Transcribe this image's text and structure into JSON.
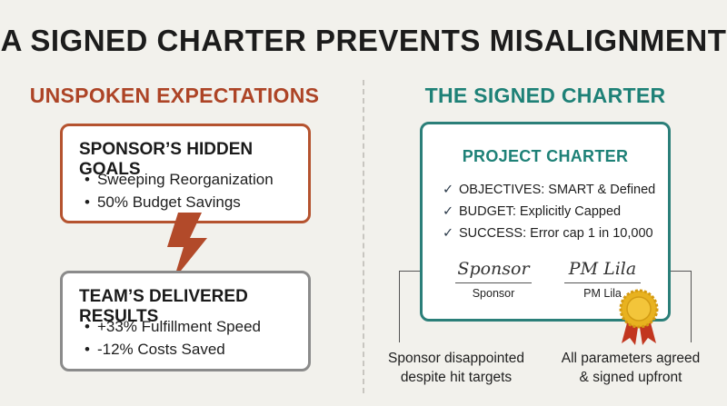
{
  "title": "A SIGNED CHARTER PREVENTS MISALIGNMENT",
  "left": {
    "heading": "UNSPOKEN EXPECTATIONS",
    "sponsor_card": {
      "title": "SPONSOR’S HIDDEN GOALS",
      "items": [
        "Sweeping Reorganization",
        "50% Budget Savings"
      ]
    },
    "team_card": {
      "title": "TEAM’S DELIVERED RESULTS",
      "items": [
        "+33% Fulfillment Speed",
        "-12% Costs Saved"
      ]
    }
  },
  "right": {
    "heading": "THE SIGNED CHARTER",
    "charter": {
      "title": "PROJECT CHARTER",
      "checks": [
        "OBJECTIVES: SMART & Defined",
        "BUDGET: Explicitly Capped",
        "SUCCESS: Error cap 1 in 10,000"
      ],
      "signatures": [
        {
          "script": "Sponsor",
          "label": "Sponsor"
        },
        {
          "script": "PM Lila",
          "label": "PM Lila"
        }
      ]
    },
    "caption_left": [
      "Sponsor disappointed",
      "despite hit targets"
    ],
    "caption_right": [
      "All parameters agreed",
      "& signed upfront"
    ]
  },
  "colors": {
    "accent_warning": "#ad4426",
    "accent_teal": "#1e8177",
    "badge_gold": "#e8b21f"
  },
  "icons": [
    "lightning-bolt-icon",
    "checkmark-icon",
    "award-ribbon-icon"
  ]
}
